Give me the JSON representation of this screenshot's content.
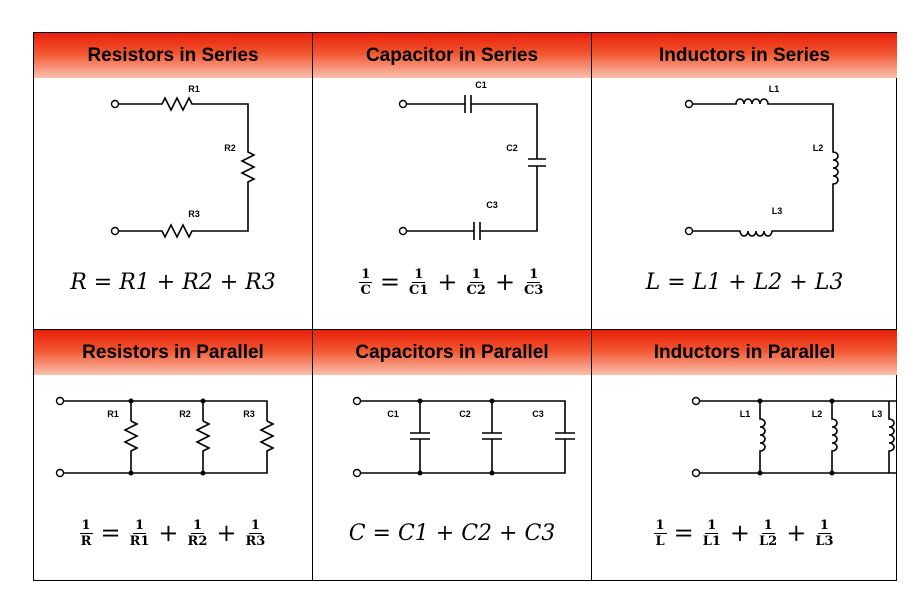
{
  "panels": [
    {
      "title": "Resistors in Series",
      "labels": [
        "R1",
        "R2",
        "R3"
      ],
      "formula": "R = R1 + R2 + R3"
    },
    {
      "title": "Capacitor in Series",
      "labels": [
        "C1",
        "C2",
        "C3"
      ],
      "formula_fraction": {
        "lhs": {
          "num": "1",
          "den": "C"
        },
        "terms": [
          {
            "num": "1",
            "den": "C1"
          },
          {
            "num": "1",
            "den": "C2"
          },
          {
            "num": "1",
            "den": "C3"
          }
        ]
      }
    },
    {
      "title": "Inductors in Series",
      "labels": [
        "L1",
        "L2",
        "L3"
      ],
      "formula": "L = L1 + L2 + L3"
    },
    {
      "title": "Resistors in Parallel",
      "labels": [
        "R1",
        "R2",
        "R3"
      ],
      "formula_fraction": {
        "lhs": {
          "num": "1",
          "den": "R"
        },
        "terms": [
          {
            "num": "1",
            "den": "R1"
          },
          {
            "num": "1",
            "den": "R2"
          },
          {
            "num": "1",
            "den": "R3"
          }
        ]
      }
    },
    {
      "title": "Capacitors in Parallel",
      "labels": [
        "C1",
        "C2",
        "C3"
      ],
      "formula": "C = C1 + C2 + C3"
    },
    {
      "title": "Inductors in Parallel",
      "labels": [
        "L1",
        "L2",
        "L3"
      ],
      "formula_fraction": {
        "lhs": {
          "num": "1",
          "den": "L"
        },
        "terms": [
          {
            "num": "1",
            "den": "L1"
          },
          {
            "num": "1",
            "den": "L2"
          },
          {
            "num": "1",
            "den": "L3"
          }
        ]
      }
    }
  ],
  "symbols": {
    "equals": "=",
    "plus": "+"
  },
  "colors": {
    "header_top": "#e8200a",
    "header_bottom": "#fbc0ae",
    "line": "#000000"
  }
}
